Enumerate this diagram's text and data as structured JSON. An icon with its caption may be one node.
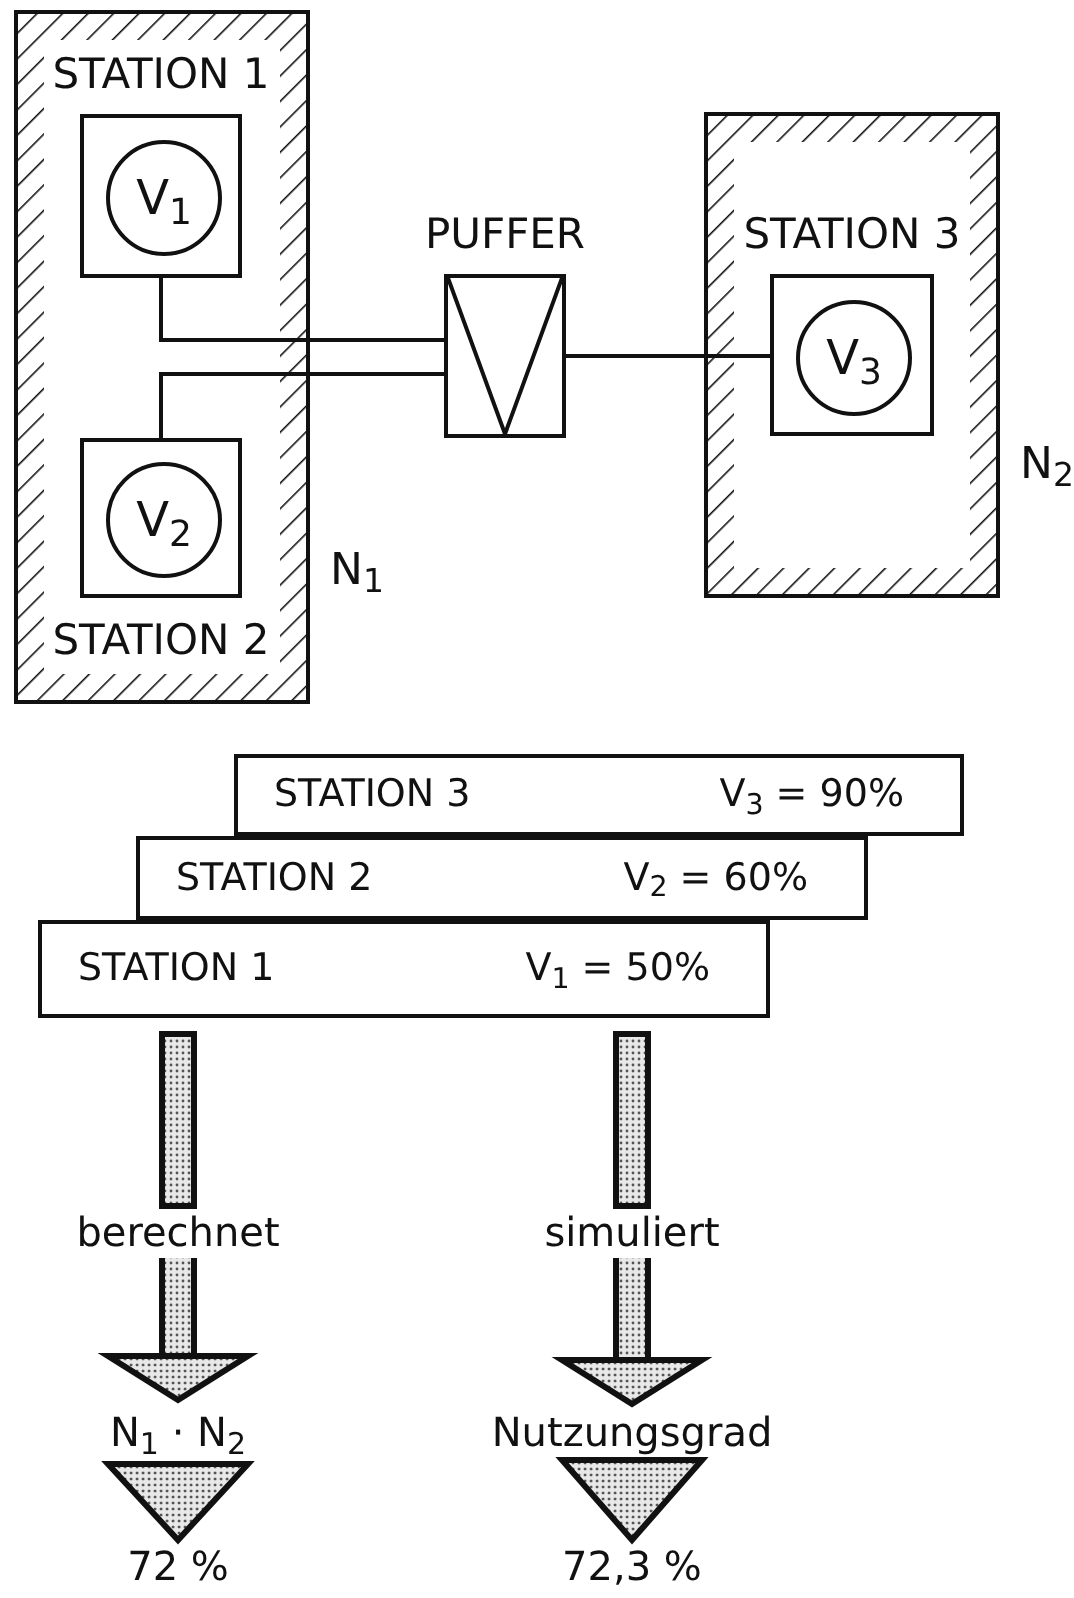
{
  "diagram": {
    "nodes": [
      {
        "text": [],
        "shape": "box",
        "beside": [
          "N$_{1}$"
        ]
      },
      {
        "text": [
          "STATION 1"
        ],
        "in": 0
      },
      {
        "text": [
          "V$_{1}$"
        ],
        "in": 1
      },
      {
        "text": [
          "STATION 2"
        ],
        "in": 0
      },
      {
        "text": [
          "V$_{2}$"
        ],
        "in": 3
      },
      {
        "text": [
          "PUFFER"
        ]
      },
      {
        "text": [],
        "shape": "box",
        "beside": [
          "N$_{2}$"
        ]
      },
      {
        "text": [
          "STATION 3"
        ],
        "in": 6
      },
      {
        "text": [
          "V$_{3}$"
        ],
        "in": 7
      },
      {
        "text": [
          "STATION 3",
          "V$_{3}$ = 90%"
        ]
      },
      {
        "text": [
          "STATION 2",
          "V$_{2}$ = 60%"
        ]
      },
      {
        "text": [
          "STATION 1",
          "V$_{1}$ = 50%"
        ]
      },
      {
        "text": [
          "berechnet"
        ]
      },
      {
        "text": [
          "simuliert"
        ]
      },
      {
        "text": [
          "N$_{1}$ · N$_{2}$"
        ]
      },
      {
        "text": [
          "Nutzungsgrad"
        ]
      },
      {
        "text": [
          "72 %"
        ]
      },
      {
        "text": [
          "72,3 %"
        ]
      }
    ],
    "edges": [
      {
        "from": 1,
        "to": 5,
        "arrow": "none"
      },
      {
        "from": 3,
        "to": 5,
        "arrow": "none"
      },
      {
        "from": 5,
        "to": 7,
        "arrow": "none"
      },
      {
        "from": 11,
        "to": 12,
        "arrow": "none",
        "style": "thick"
      },
      {
        "from": 12,
        "to": 14,
        "arrow": "to",
        "style": "thick"
      },
      {
        "from": 14,
        "to": 16,
        "arrow": "to",
        "style": "thick"
      },
      {
        "from": 11,
        "to": 13,
        "arrow": "none",
        "style": "thick"
      },
      {
        "from": 13,
        "to": 15,
        "arrow": "to",
        "style": "thick"
      },
      {
        "from": 15,
        "to": 17,
        "arrow": "to",
        "style": "thick"
      }
    ]
  }
}
